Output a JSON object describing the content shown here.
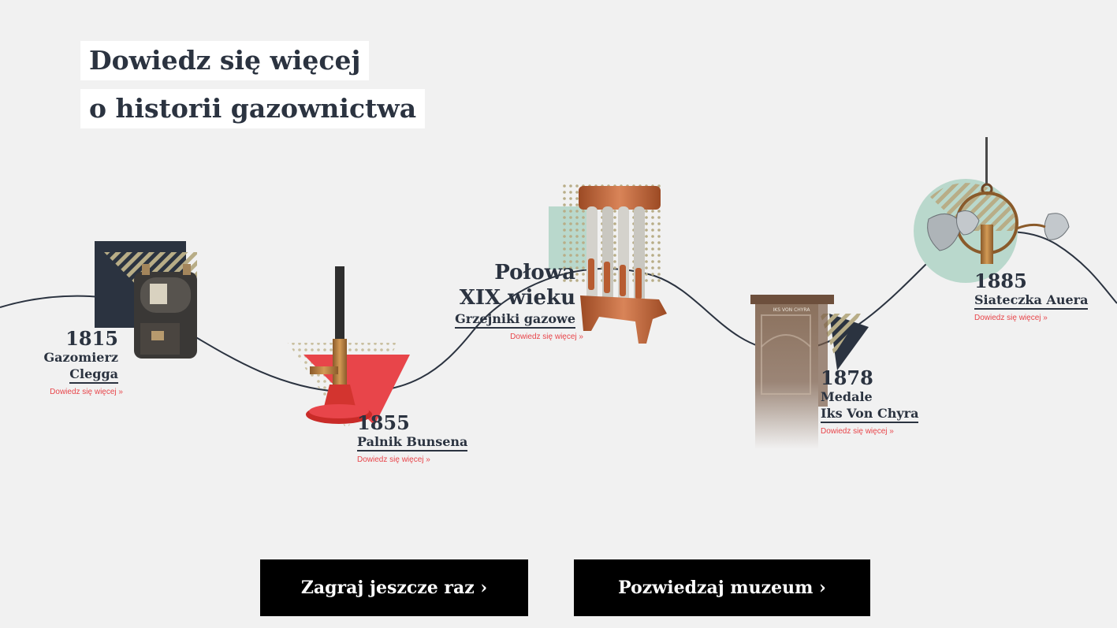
{
  "heading": {
    "line1": "Dowiedz się więcej",
    "line2": "o historii gazownictwa"
  },
  "timeline": [
    {
      "year": "1815",
      "title_line1": "Gazomierz",
      "title_line2": "Clegga",
      "more": "Dowiedz się więcej »",
      "icon": "gas-meter-icon"
    },
    {
      "year": "1855",
      "title_line1": "Palnik Bunsena",
      "more": "Dowiedz się więcej »",
      "icon": "bunsen-burner-icon"
    },
    {
      "period_line1": "Połowa",
      "period_line2": "XIX wieku",
      "title_line1": "Grzejniki gazowe",
      "more": "Dowiedz się więcej »",
      "icon": "gas-heater-icon"
    },
    {
      "year": "1878",
      "title_line1": "Medale",
      "title_line2": "Iks Von Chyra",
      "more": "Dowiedz się więcej »",
      "icon": "medal-case-icon",
      "case_text": "IKS VON CHYRA"
    },
    {
      "year": "1885",
      "title_line1": "Siateczka Auera",
      "more": "Dowiedz się więcej »",
      "icon": "gas-lamp-icon"
    }
  ],
  "buttons": {
    "play_again": "Zagraj jeszcze raz ›",
    "visit_museum": "Pozwiedzaj muzeum ›"
  },
  "colors": {
    "background": "#f1f1f1",
    "navy": "#2b3340",
    "accent_red": "#e8454a",
    "mint": "#b9d8cc",
    "khaki": "#b8ad87",
    "button_bg": "#000000"
  }
}
